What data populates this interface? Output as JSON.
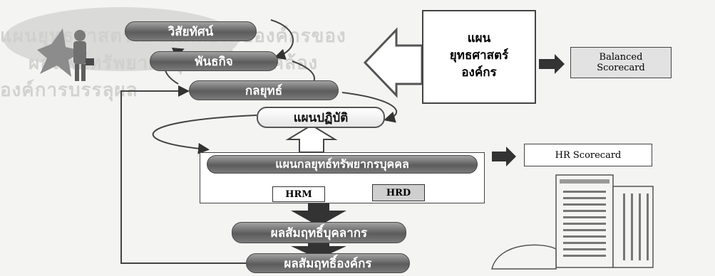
{
  "diagram": {
    "background_text": [
      "แผนยุทธศาสตร์ที่สอดคล้องกับองค์กรของ",
      "ผลลัพธ์ทรัพยากรบุคคลที่สอดคล้อง",
      "องค์การบรรลุผล"
    ],
    "nodes": {
      "vision": "วิสัยทัศน์",
      "mission": "พันธกิจ",
      "strategy": "กลยุทธ์",
      "action_plan": "แผนปฏิบัติ",
      "hr_strategy_plan": "แผนกลยุทธ์ทรัพยากรบุคคล",
      "hrm": "HRM",
      "hrd": "HRD",
      "personnel_results": "ผลสัมฤทธิ์บุคลากร",
      "org_results": "ผลสัมฤทธิ์องค์กร",
      "org_strategic_plan": [
        "แผน",
        "ยุทธศาสตร์",
        "องค์กร"
      ],
      "balanced_scorecard": [
        "Balanced",
        "Scorecard"
      ],
      "hr_scorecard": "HR Scorecard"
    },
    "colors": {
      "pill_dark": "#6e6e6e",
      "arrow": "#3a3a3a",
      "hrd_box": "#cfcfcf",
      "bsc_box": "#e2e2e2"
    }
  }
}
